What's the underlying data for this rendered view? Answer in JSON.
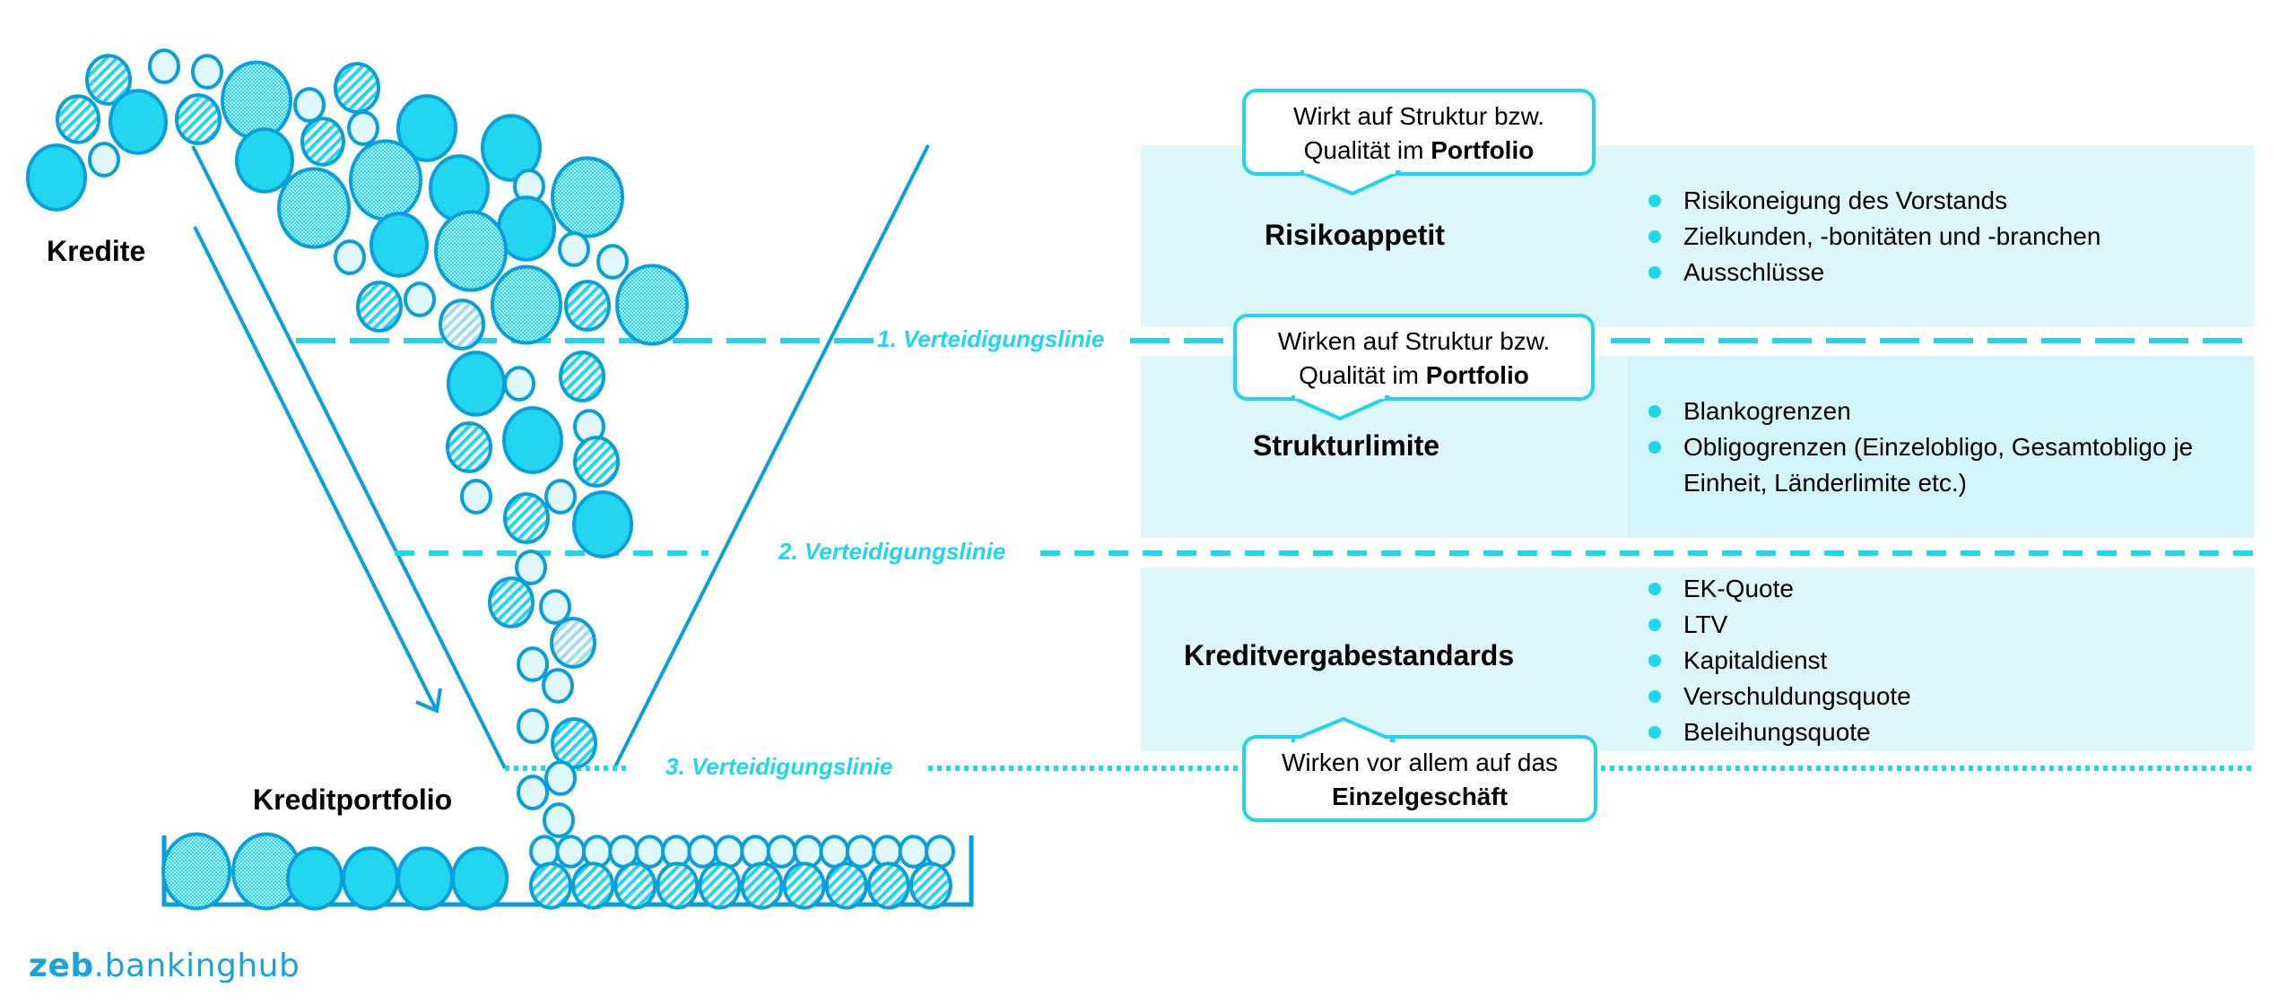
{
  "colors": {
    "accent": "#1fd6ef",
    "outline": "#079fdc",
    "solid_fill": "#22d6ef",
    "light_fill": "#e0f8fc",
    "band_bg": "#ddf7fb",
    "band_bg_alt": "#d3f5fa",
    "logo": "#17a4dd"
  },
  "labels": {
    "loans": "Kredite",
    "portfolio": "Kreditportfolio"
  },
  "defense_lines": [
    {
      "label": "1. Verteidigungslinie",
      "style": "long-dash"
    },
    {
      "label": "2. Verteidigungslinie",
      "style": "dash"
    },
    {
      "label": "3. Verteidigungslinie",
      "style": "dotted"
    }
  ],
  "bands": [
    {
      "title": "Risikoappetit",
      "bullets": [
        "Risikoneigung des Vorstands",
        "Zielkunden, -bonitäten und -branchen",
        "Ausschlüsse"
      ]
    },
    {
      "title": "Strukturlimite",
      "bullets": [
        "Blankogrenzen",
        "Obligogrenzen (Einzelobligo, Gesamtobligo je Einheit, Länderlimite etc.)"
      ]
    },
    {
      "title": "Kreditvergabestandards",
      "bullets": [
        "EK-Quote",
        "LTV",
        "Kapitaldienst",
        "Verschuldungsquote",
        "Beleihungsquote"
      ]
    }
  ],
  "callouts": [
    {
      "line1": "Wirkt auf Struktur bzw.",
      "line2_prefix": "Qualität im ",
      "line2_bold": "Portfolio"
    },
    {
      "line1": "Wirken auf Struktur bzw.",
      "line2_prefix": "Qualität im ",
      "line2_bold": "Portfolio"
    },
    {
      "line1": "Wirken vor allem auf das",
      "line2_prefix": "",
      "line2_bold": "Einzelgeschäft"
    }
  ],
  "logo": {
    "brand": "zeb",
    "dot": ".",
    "product": "bankinghub"
  },
  "icons": {
    "flow_arrow": "arrow-down-right-icon",
    "funnel": "funnel-icon"
  }
}
